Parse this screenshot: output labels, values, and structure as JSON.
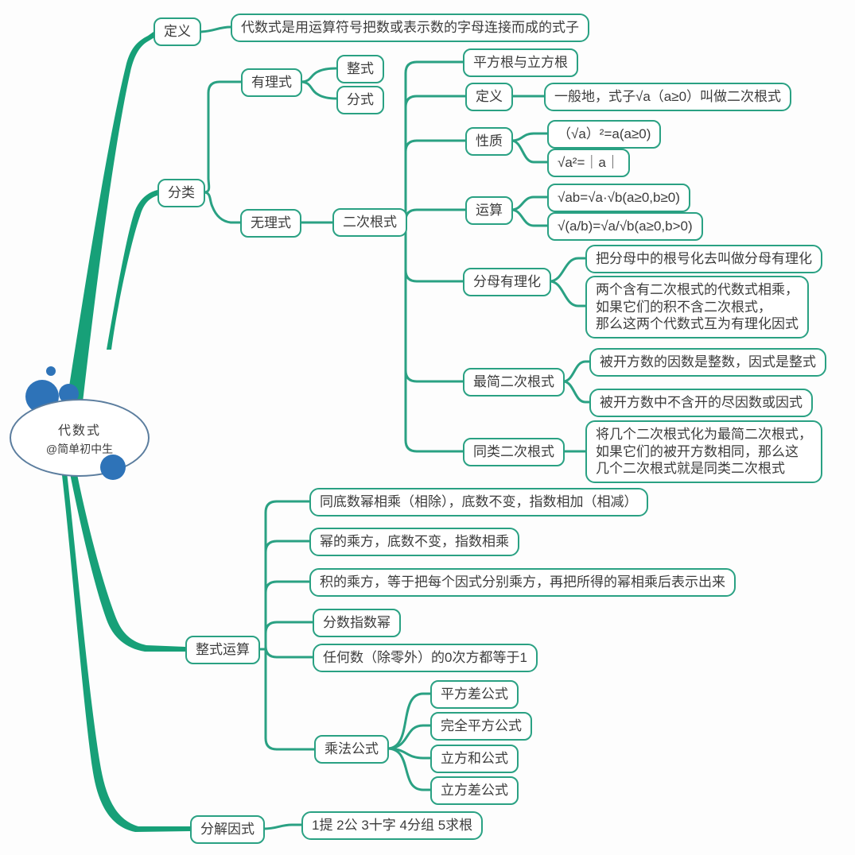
{
  "root": {
    "title": "代数式",
    "subtitle": "@简单初中生"
  },
  "definition": {
    "label": "定义",
    "text": "代数式是用运算符号把数或表示数的字母连接而成的式子"
  },
  "classification": {
    "label": "分类",
    "rational": "有理式",
    "integral": "整式",
    "fraction": "分式",
    "irrational": "无理式",
    "quadratic_radical": "二次根式"
  },
  "radical": {
    "sqrt_cube": "平方根与立方根",
    "def_label": "定义",
    "def_text": "一般地，式子√a（a≥0）叫做二次根式",
    "property_label": "性质",
    "property_1": "（√a）²=a(a≥0)",
    "property_2": "√a²=｜a｜",
    "operation_label": "运算",
    "operation_1": "√ab=√a·√b(a≥0,b≥0)",
    "operation_2": "√(a/b)=√a/√b(a≥0,b>0)",
    "rationalize_label": "分母有理化",
    "rationalize_1": "把分母中的根号化去叫做分母有理化",
    "rationalize_2": "两个含有二次根式的代数式相乘，\n如果它们的积不含二次根式，\n那么这两个代数式互为有理化因式",
    "simplest_label": "最简二次根式",
    "simplest_1": "被开方数的因数是整数，因式是整式",
    "simplest_2": "被开方数中不含开的尽因数或因式",
    "similar_label": "同类二次根式",
    "similar_1": "将几个二次根式化为最简二次根式，\n如果它们的被开方数相同，那么这\n几个二次根式就是同类二次根式"
  },
  "poly_ops": {
    "label": "整式运算",
    "rule_1": "同底数幂相乘（相除），底数不变，指数相加（相减）",
    "rule_2": "幂的乘方，底数不变，指数相乘",
    "rule_3": "积的乘方，等于把每个因式分别乘方，再把所得的幂相乘后表示出来",
    "rule_4": "分数指数幂",
    "rule_5": "任何数（除零外）的0次方都等于1",
    "formulas_label": "乘法公式",
    "formula_1": "平方差公式",
    "formula_2": "完全平方公式",
    "formula_3": "立方和公式",
    "formula_4": "立方差公式"
  },
  "factoring": {
    "label": "分解因式",
    "methods": "1提 2公 3十字 4分组 5求根"
  },
  "colors": {
    "branch_green": "#17a078",
    "node_border_green": "#2aa183",
    "root_border_blue": "#5b7d9e",
    "dot_blue": "#2e73b8",
    "text": "#3c3c3c"
  }
}
